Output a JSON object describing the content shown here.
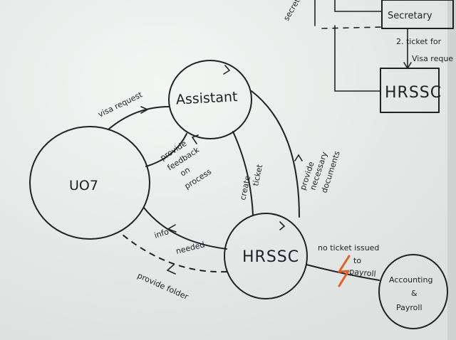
{
  "nodes": {
    "uo7": "UO7",
    "assistant": "Assistant",
    "hrssc_center": "HRSSC",
    "accounting": [
      "Accounting",
      "&",
      "Payroll"
    ],
    "secretary": "Secretary",
    "hrssc_box": "HRSSC"
  },
  "edges": {
    "visa_request": "visa request",
    "provide_feedback": [
      "provide",
      "feedback",
      "on",
      "process"
    ],
    "create_ticket": [
      "create",
      "ticket"
    ],
    "provide_documents": [
      "provide",
      "necessary",
      "documents"
    ],
    "info_needed": [
      "info",
      "needed"
    ],
    "provide_folder": "provide folder",
    "no_ticket_issued": "no ticket issued",
    "to_payroll": [
      "to",
      "payroll"
    ],
    "ticket_for_visa": [
      "2. ticket for",
      "Visa reque"
    ],
    "secretary_partial": "secreta"
  },
  "colors": {
    "ink": "#1f2326",
    "board": "#e9ecea",
    "lightning": "#e0602a"
  }
}
